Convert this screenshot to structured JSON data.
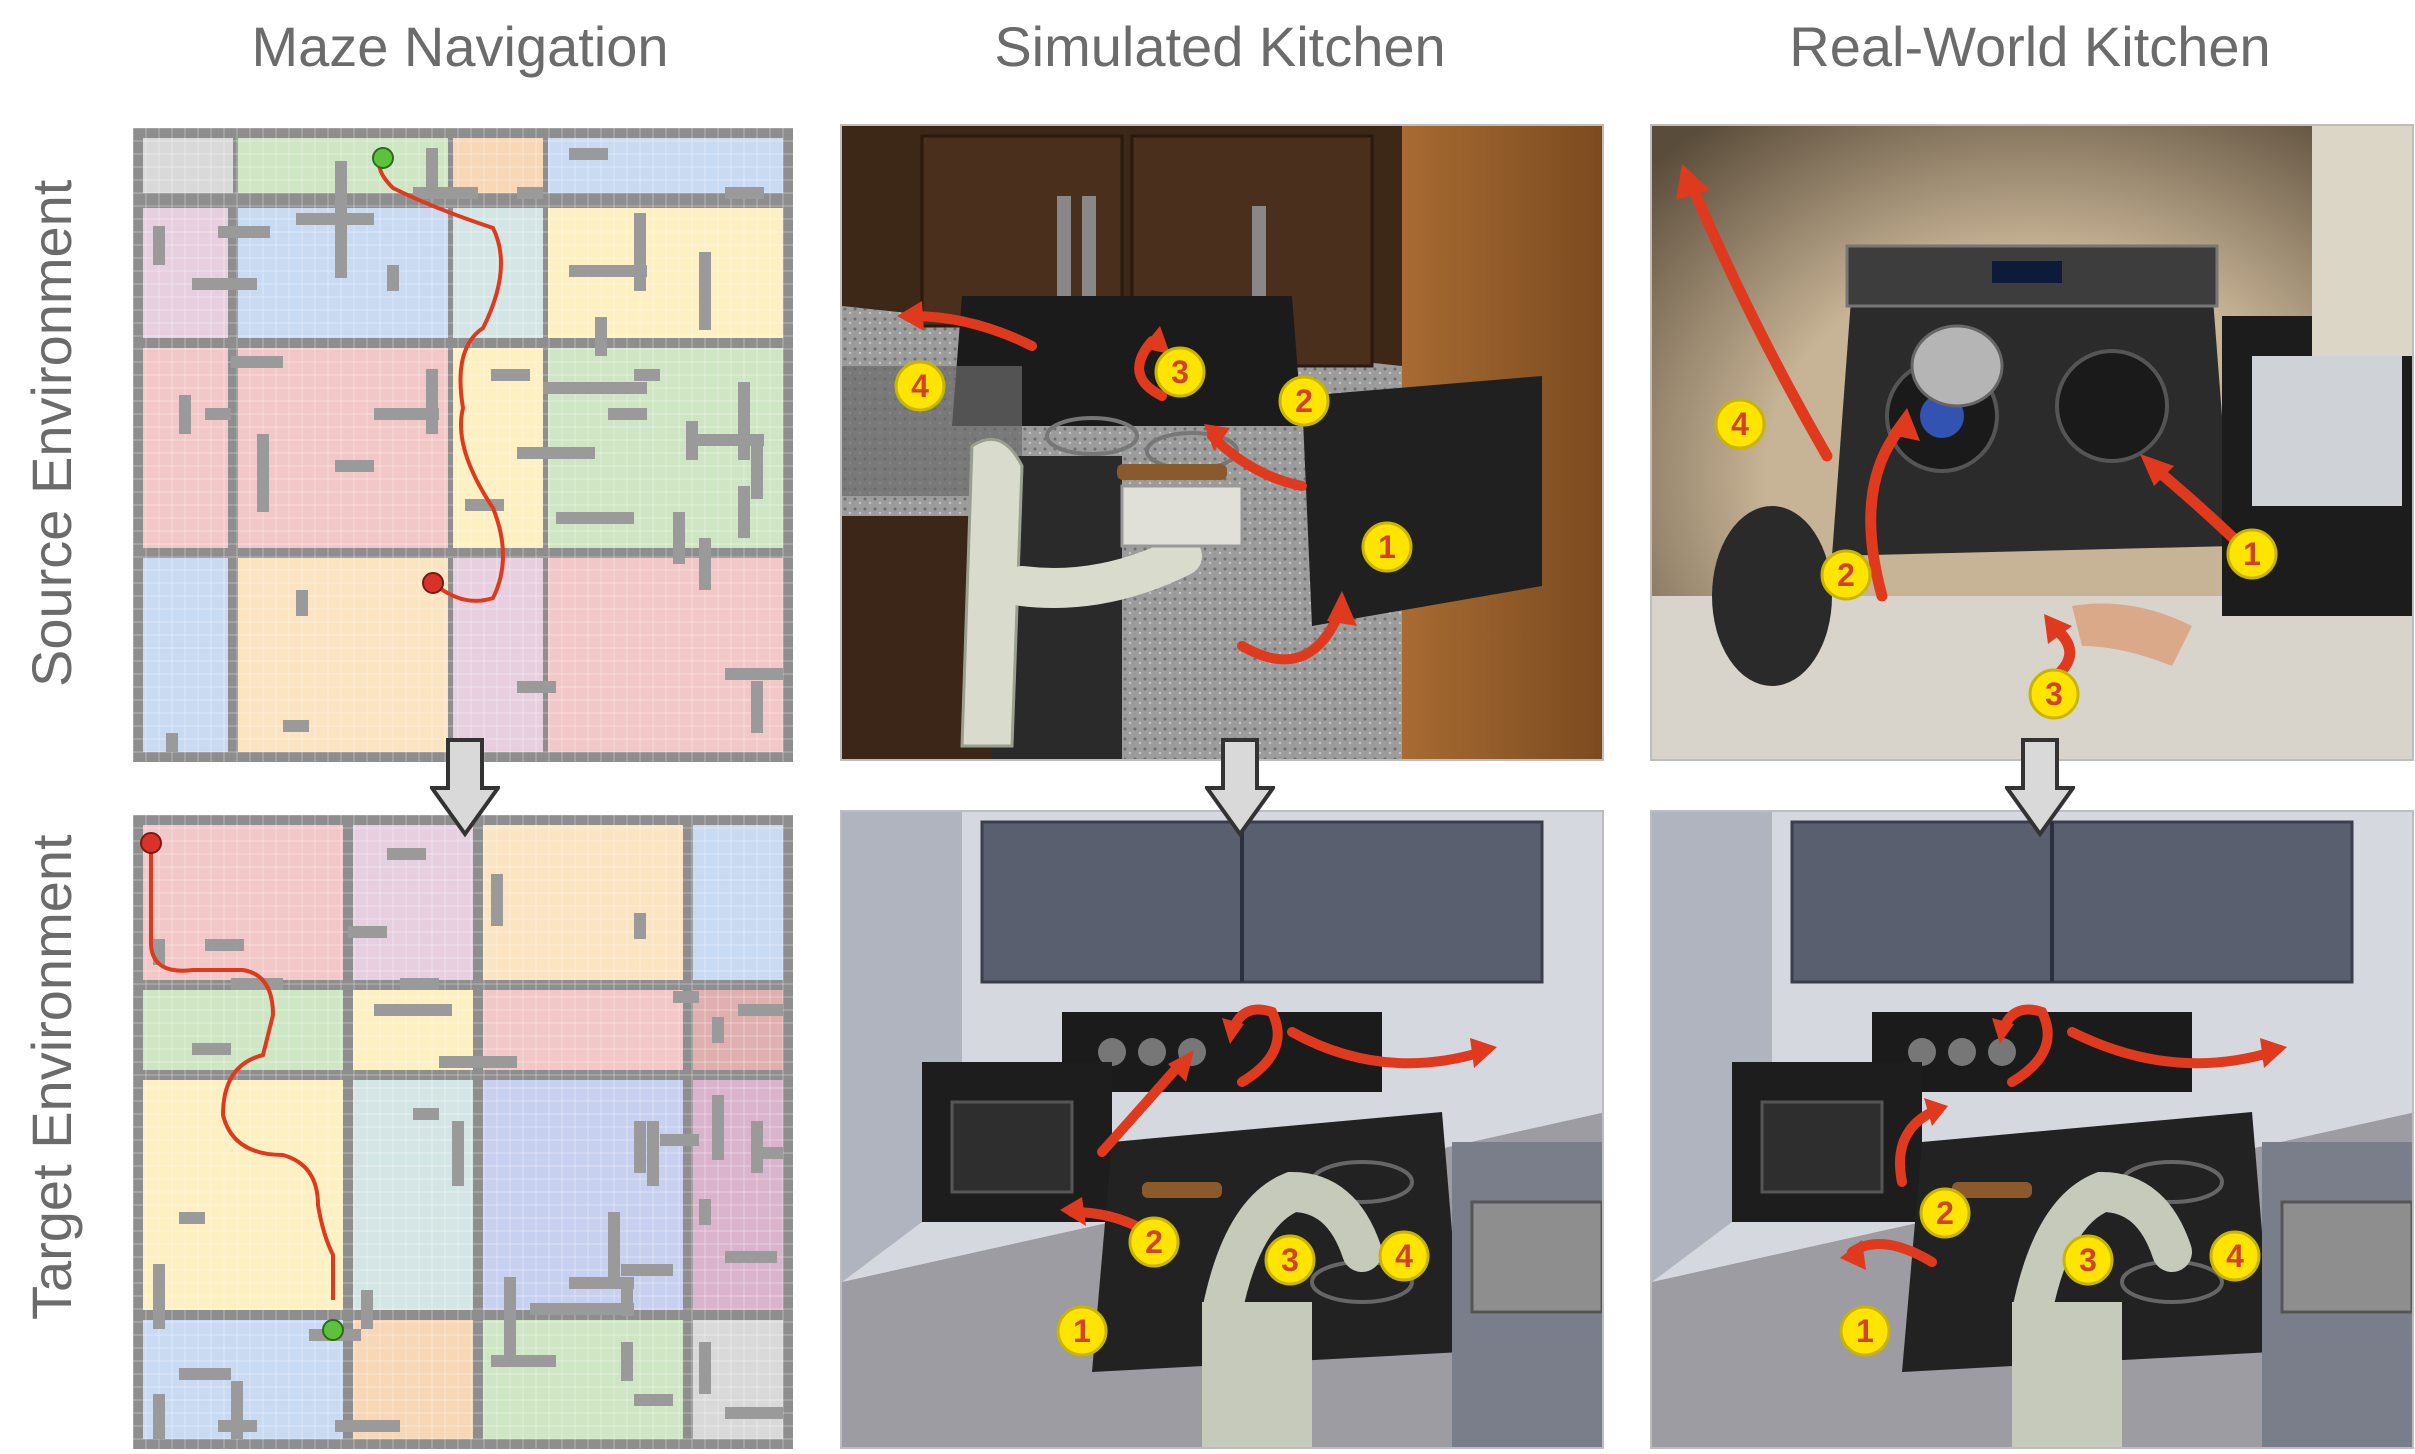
{
  "columns": {
    "maze": "Maze Navigation",
    "sim": "Simulated Kitchen",
    "real": "Real-World Kitchen"
  },
  "rows": {
    "source": "Source Environment",
    "target": "Target Environment"
  },
  "steps": {
    "sim_source": [
      "1",
      "2",
      "3",
      "4"
    ],
    "real_source": [
      "1",
      "2",
      "3",
      "4"
    ],
    "sim_target": [
      "1",
      "2",
      "3",
      "4"
    ],
    "real_target": [
      "1",
      "2",
      "3",
      "4"
    ]
  },
  "colors": {
    "path": "#e03a1e",
    "badge": "#ffe400",
    "start": "#d8322a",
    "goal": "#5cc23c",
    "wall": "#9a9a9a",
    "down_arrow_fill": "#d9d9d9"
  },
  "icons": {
    "transfer_arrow": "down-arrow-icon",
    "start_marker": "red-circle-icon",
    "goal_marker": "green-circle-icon"
  }
}
